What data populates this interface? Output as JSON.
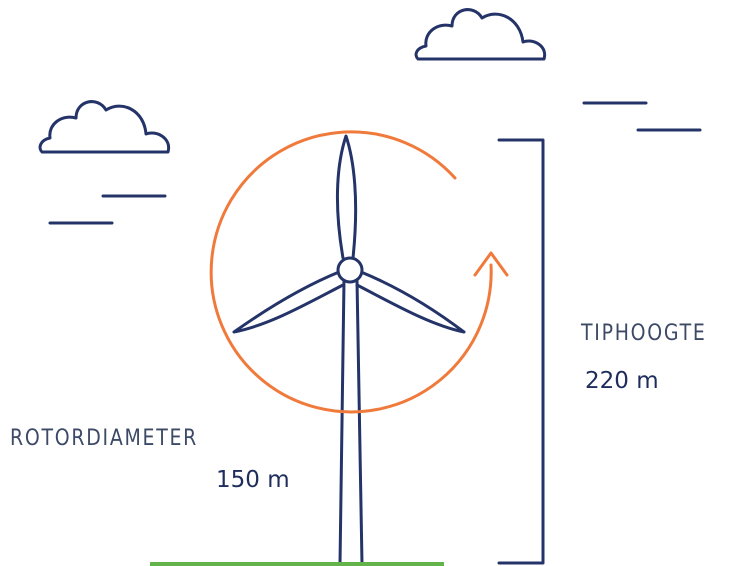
{
  "labels": {
    "rotor_diameter": "ROTORDIAMETER",
    "rotor_diameter_value": "150 m",
    "tip_height": "TIPHOOGTE",
    "tip_height_value": "220 m"
  },
  "colors": {
    "line": "#243468",
    "rotation_arrow": "#f07a3c",
    "ground": "#62b34a",
    "label_text": "#3d4a66"
  },
  "icons": [
    "cloud-icon",
    "wind-turbine-icon",
    "rotation-arrow-icon",
    "height-bracket-icon"
  ]
}
